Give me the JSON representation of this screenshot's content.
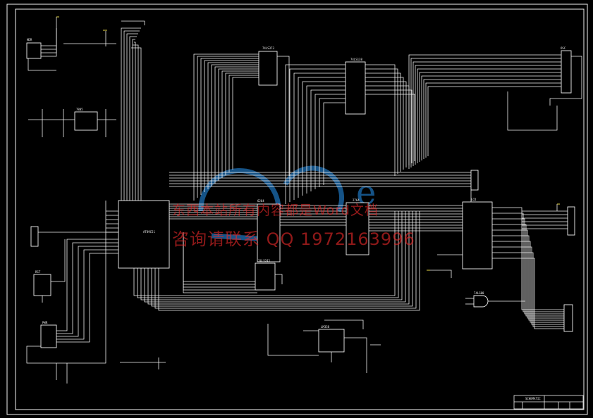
{
  "watermark": {
    "line1": "东西本站所有内容都是Word文档",
    "line2": "咨询请联系  QQ 1972163996"
  },
  "colors": {
    "background": "#000000",
    "wire": "#f2f2f2",
    "watermark_text": "#e52828",
    "watermark_logo": "#1d6fb4",
    "accent_yellow": "#e8d84a"
  },
  "components": {
    "u_header": "HDR",
    "u_clock": "OSC",
    "u_regulator": "7805",
    "u_reset": "RST",
    "u_power": "PWR",
    "u_mcu": "AT89C51",
    "u_ram": "6264",
    "u_latch": "74LS373",
    "u_decoder": "74LS138",
    "u_eprom": "2764",
    "u_buffer": "74LS245",
    "u_display": "LCD",
    "u_gate": "74LS00",
    "u_opamp": "LM358",
    "title_block": "SCHEMATIC"
  }
}
